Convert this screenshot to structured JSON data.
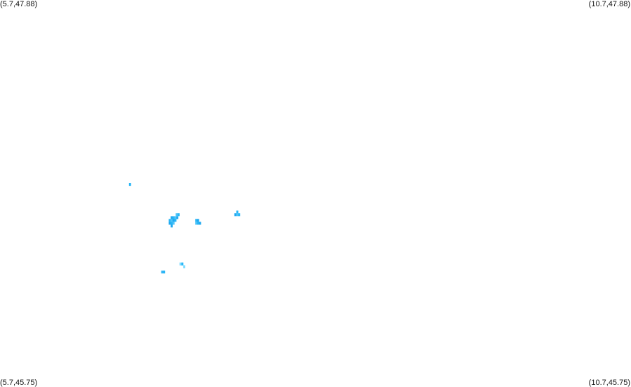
{
  "corners": {
    "top_left": "(5.7,47.88)",
    "top_right": "(10.7,47.88)",
    "bottom_left": "(5.7,45.75)",
    "bottom_right": "(10.7,45.75)"
  },
  "bounds": {
    "lon_min": 5.7,
    "lon_max": 10.7,
    "lat_min": 45.75,
    "lat_max": 47.88
  },
  "colors": {
    "background": "#ffffff",
    "label": "#111111",
    "pixel_palette": [
      "#29b6f6",
      "#1fa8f0",
      "#4fc3f7",
      "#7fdcff",
      "#33b5f5"
    ]
  },
  "map_layer": {
    "type": "raster-overlay",
    "cell_size_deg": 0.016,
    "cells": [
      {
        "lon": 6.73,
        "lat": 46.865,
        "c": 0
      },
      {
        "lon": 7.1,
        "lat": 46.698,
        "c": 2
      },
      {
        "lon": 7.115,
        "lat": 46.698,
        "c": 0
      },
      {
        "lon": 7.06,
        "lat": 46.682,
        "c": 1
      },
      {
        "lon": 7.075,
        "lat": 46.682,
        "c": 0
      },
      {
        "lon": 7.09,
        "lat": 46.682,
        "c": 2
      },
      {
        "lon": 7.105,
        "lat": 46.682,
        "c": 1
      },
      {
        "lon": 7.045,
        "lat": 46.667,
        "c": 0
      },
      {
        "lon": 7.06,
        "lat": 46.667,
        "c": 2
      },
      {
        "lon": 7.075,
        "lat": 46.667,
        "c": 1
      },
      {
        "lon": 7.09,
        "lat": 46.667,
        "c": 0
      },
      {
        "lon": 7.045,
        "lat": 46.651,
        "c": 1
      },
      {
        "lon": 7.06,
        "lat": 46.651,
        "c": 0
      },
      {
        "lon": 7.075,
        "lat": 46.651,
        "c": 2
      },
      {
        "lon": 7.06,
        "lat": 46.636,
        "c": 1
      },
      {
        "lon": 7.255,
        "lat": 46.667,
        "c": 0
      },
      {
        "lon": 7.27,
        "lat": 46.667,
        "c": 1
      },
      {
        "lon": 7.255,
        "lat": 46.651,
        "c": 2
      },
      {
        "lon": 7.27,
        "lat": 46.651,
        "c": 0
      },
      {
        "lon": 7.285,
        "lat": 46.651,
        "c": 1
      },
      {
        "lon": 7.58,
        "lat": 46.713,
        "c": 0
      },
      {
        "lon": 7.565,
        "lat": 46.698,
        "c": 1
      },
      {
        "lon": 7.58,
        "lat": 46.698,
        "c": 2
      },
      {
        "lon": 7.595,
        "lat": 46.698,
        "c": 0
      },
      {
        "lon": 7.13,
        "lat": 46.427,
        "c": 3
      },
      {
        "lon": 7.145,
        "lat": 46.427,
        "c": 0
      },
      {
        "lon": 7.16,
        "lat": 46.412,
        "c": 3
      },
      {
        "lon": 6.985,
        "lat": 46.383,
        "c": 4
      },
      {
        "lon": 7.0,
        "lat": 46.383,
        "c": 0
      }
    ]
  }
}
